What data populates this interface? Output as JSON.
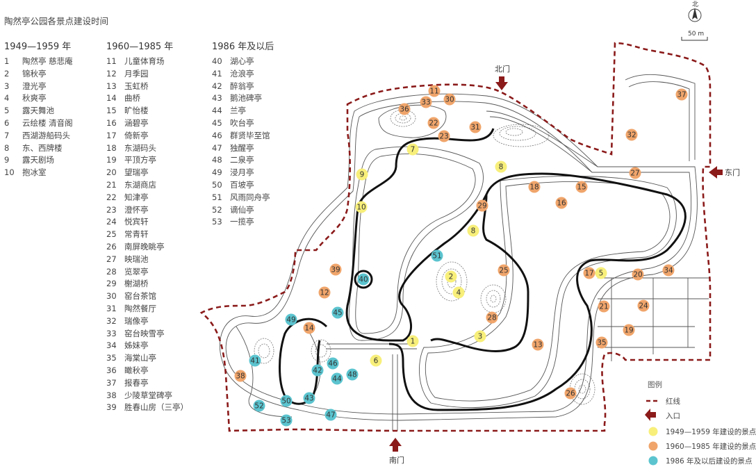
{
  "title": "陶然亭公园各景点建设时间",
  "periods": [
    {
      "heading": "1949—1959 年",
      "color": "#f7ef7a",
      "items": [
        {
          "num": "1",
          "name": "陶然亭 慈悲庵"
        },
        {
          "num": "2",
          "name": "锦秋亭"
        },
        {
          "num": "3",
          "name": "澄光亭"
        },
        {
          "num": "4",
          "name": "秋爽亭"
        },
        {
          "num": "5",
          "name": "露天舞池"
        },
        {
          "num": "6",
          "name": "云绘楼 清音阁"
        },
        {
          "num": "7",
          "name": "西湖游船码头"
        },
        {
          "num": "8",
          "name": "东、西牌楼"
        },
        {
          "num": "9",
          "name": "露天剧场"
        },
        {
          "num": "10",
          "name": "抱冰室"
        }
      ]
    },
    {
      "heading": "1960—1985 年",
      "color": "#f0a56b",
      "items": [
        {
          "num": "11",
          "name": "儿童体育场"
        },
        {
          "num": "12",
          "name": "月季园"
        },
        {
          "num": "13",
          "name": "玉虹桥"
        },
        {
          "num": "14",
          "name": "曲桥"
        },
        {
          "num": "15",
          "name": "旷怡楼"
        },
        {
          "num": "16",
          "name": "涵碧亭"
        },
        {
          "num": "17",
          "name": "倚新亭"
        },
        {
          "num": "18",
          "name": "东湖码头"
        },
        {
          "num": "19",
          "name": "平顶方亭"
        },
        {
          "num": "20",
          "name": "望瑞亭"
        },
        {
          "num": "21",
          "name": "东湖商店"
        },
        {
          "num": "22",
          "name": "知津亭"
        },
        {
          "num": "23",
          "name": "澄怀亭"
        },
        {
          "num": "24",
          "name": "悦宾轩"
        },
        {
          "num": "25",
          "name": "常青轩"
        },
        {
          "num": "26",
          "name": "南屏晚眺亭"
        },
        {
          "num": "27",
          "name": "映瑞池"
        },
        {
          "num": "28",
          "name": "览翠亭"
        },
        {
          "num": "29",
          "name": "榭湖桥"
        },
        {
          "num": "30",
          "name": "窑台茶馆"
        },
        {
          "num": "31",
          "name": "陶然餐厅"
        },
        {
          "num": "32",
          "name": "瑞像亭"
        },
        {
          "num": "33",
          "name": "窑台映雪亭"
        },
        {
          "num": "34",
          "name": "姊妹亭"
        },
        {
          "num": "35",
          "name": "海棠山亭"
        },
        {
          "num": "36",
          "name": "瞰秋亭"
        },
        {
          "num": "37",
          "name": "报春亭"
        },
        {
          "num": "38",
          "name": "少陵草堂碑亭"
        },
        {
          "num": "39",
          "name": "胜春山房（三亭）"
        }
      ]
    },
    {
      "heading": "1986 年及以后",
      "color": "#5bc4cf",
      "items": [
        {
          "num": "40",
          "name": "湖心亭"
        },
        {
          "num": "41",
          "name": "沧浪亭"
        },
        {
          "num": "42",
          "name": "醉翁亭"
        },
        {
          "num": "43",
          "name": "鹅池碑亭"
        },
        {
          "num": "44",
          "name": "兰亭"
        },
        {
          "num": "45",
          "name": "吹台亭"
        },
        {
          "num": "46",
          "name": "群贤毕至馆"
        },
        {
          "num": "47",
          "name": "独醒亭"
        },
        {
          "num": "48",
          "name": "二泉亭"
        },
        {
          "num": "49",
          "name": "浸月亭"
        },
        {
          "num": "50",
          "name": "百坡亭"
        },
        {
          "num": "51",
          "name": "风雨同舟亭"
        },
        {
          "num": "52",
          "name": "谪仙亭"
        },
        {
          "num": "53",
          "name": "一揽亭"
        }
      ]
    }
  ],
  "gates": {
    "north": "北门",
    "east": "东门",
    "south": "南门"
  },
  "compass": {
    "north": "北"
  },
  "scale": {
    "label": "50 m"
  },
  "legend": {
    "title": "图例",
    "redline": "红线",
    "entrance": "入口",
    "p1": "1949—1959 年建设的景点",
    "p2": "1960—1985 年建设的景点",
    "p3": "1986 年及以后建设的景点"
  },
  "colors": {
    "redline": "#8b1a1a",
    "period1": "#f7ef7a",
    "period2": "#f0a56b",
    "period3": "#5bc4cf"
  },
  "markers": [
    {
      "num": "1",
      "period": 1
    },
    {
      "num": "2",
      "period": 1
    },
    {
      "num": "3",
      "period": 1
    },
    {
      "num": "4",
      "period": 1
    },
    {
      "num": "5",
      "period": 1
    },
    {
      "num": "6",
      "period": 1
    },
    {
      "num": "7",
      "period": 1
    },
    {
      "num": "8",
      "period": 1
    },
    {
      "num": "8",
      "period": 1
    },
    {
      "num": "9",
      "period": 1
    },
    {
      "num": "10",
      "period": 1
    },
    {
      "num": "11",
      "period": 2
    },
    {
      "num": "12",
      "period": 2
    },
    {
      "num": "13",
      "period": 2
    },
    {
      "num": "14",
      "period": 2
    },
    {
      "num": "15",
      "period": 2
    },
    {
      "num": "16",
      "period": 2
    },
    {
      "num": "17",
      "period": 2
    },
    {
      "num": "18",
      "period": 2
    },
    {
      "num": "19",
      "period": 2
    },
    {
      "num": "20",
      "period": 2
    },
    {
      "num": "21",
      "period": 2
    },
    {
      "num": "22",
      "period": 2
    },
    {
      "num": "23",
      "period": 2
    },
    {
      "num": "24",
      "period": 2
    },
    {
      "num": "25",
      "period": 2
    },
    {
      "num": "26",
      "period": 2
    },
    {
      "num": "27",
      "period": 2
    },
    {
      "num": "28",
      "period": 2
    },
    {
      "num": "29",
      "period": 2
    },
    {
      "num": "30",
      "period": 2
    },
    {
      "num": "31",
      "period": 2
    },
    {
      "num": "32",
      "period": 2
    },
    {
      "num": "33",
      "period": 2
    },
    {
      "num": "34",
      "period": 2
    },
    {
      "num": "35",
      "period": 2
    },
    {
      "num": "36",
      "period": 2
    },
    {
      "num": "37",
      "period": 2
    },
    {
      "num": "38",
      "period": 2
    },
    {
      "num": "39",
      "period": 2
    },
    {
      "num": "40",
      "period": 3
    },
    {
      "num": "41",
      "period": 3
    },
    {
      "num": "42",
      "period": 3
    },
    {
      "num": "43",
      "period": 3
    },
    {
      "num": "44",
      "period": 3
    },
    {
      "num": "45",
      "period": 3
    },
    {
      "num": "46",
      "period": 3
    },
    {
      "num": "47",
      "period": 3
    },
    {
      "num": "48",
      "period": 3
    },
    {
      "num": "49",
      "period": 3
    },
    {
      "num": "50",
      "period": 3
    },
    {
      "num": "51",
      "period": 3
    },
    {
      "num": "52",
      "period": 3
    },
    {
      "num": "53",
      "period": 3
    }
  ]
}
